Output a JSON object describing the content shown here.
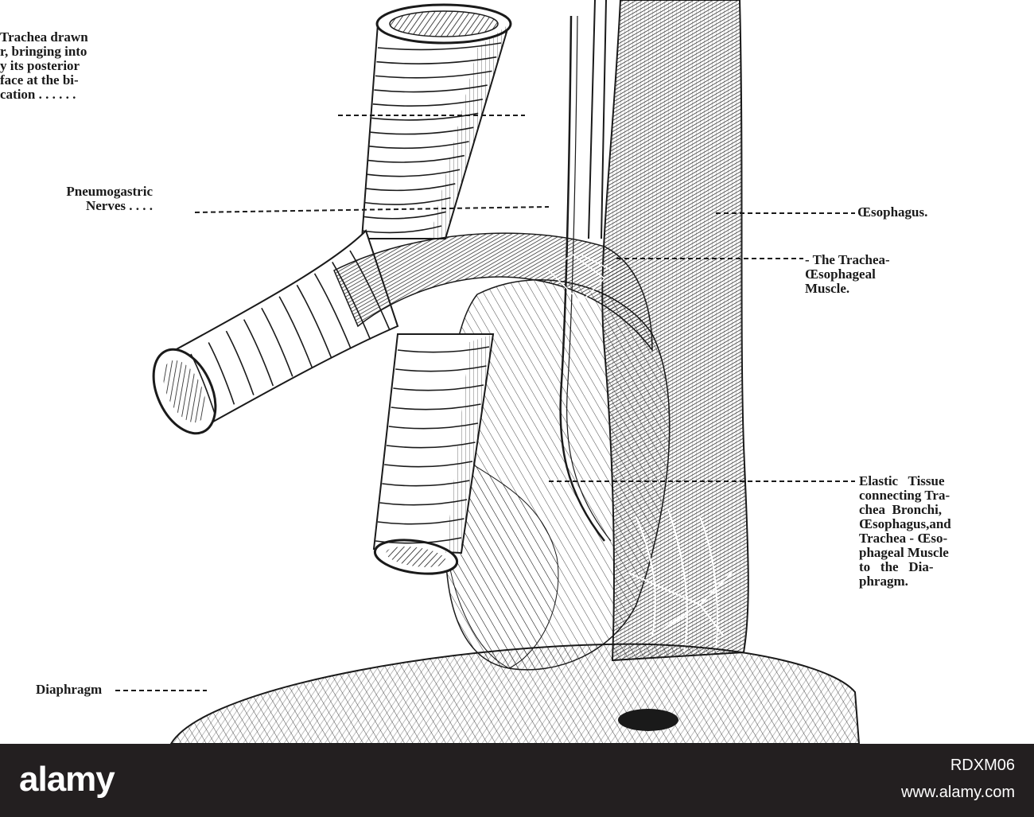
{
  "figure": {
    "labels": {
      "trachea_drawn": "Trachea drawn\nr, bringing into\ny its posterior\nface at the bi-\ncation . . . . . .",
      "pneumogastric": "Pneumogastric\nNerves . . . .",
      "oesophagus": "Œsophagus.",
      "trachea_oesophageal_muscle": "- The Trachea-\nŒsophageal\nMuscle.",
      "elastic_tissue": "Elastic   Tissue\nconnecting Tra-\nchea  Bronchi,\nŒsophagus,and\nTrachea - Œso-\nphageal Muscle\nto   the   Dia-\nphragm.",
      "diaphragm": "Diaphragm"
    }
  },
  "footer": {
    "logo": "alamy",
    "image_id": "RDXM06",
    "url": "www.alamy.com"
  },
  "colors": {
    "ink": "#1a1a1a",
    "paper": "#ffffff",
    "footer_bg": "#231f20"
  }
}
